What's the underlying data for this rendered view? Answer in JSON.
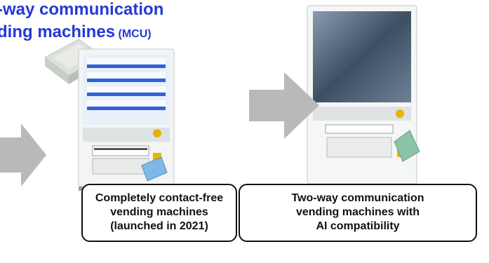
{
  "title": {
    "line1": "-way communication",
    "line2_main": "ding machines",
    "line2_suffix": " (MCU)"
  },
  "captions": {
    "left": [
      "Completely contact-free",
      "vending machines",
      "(launched in 2021)"
    ],
    "right": [
      "Two-way communication",
      "vending machines with",
      "AI compatibility"
    ]
  },
  "colors": {
    "title": "#2438d8",
    "arrow": "#b9b9b9",
    "border": "#111111"
  },
  "icons": {
    "arrow": "right-arrow",
    "device": "communication-module",
    "machine": "vending-machine"
  }
}
